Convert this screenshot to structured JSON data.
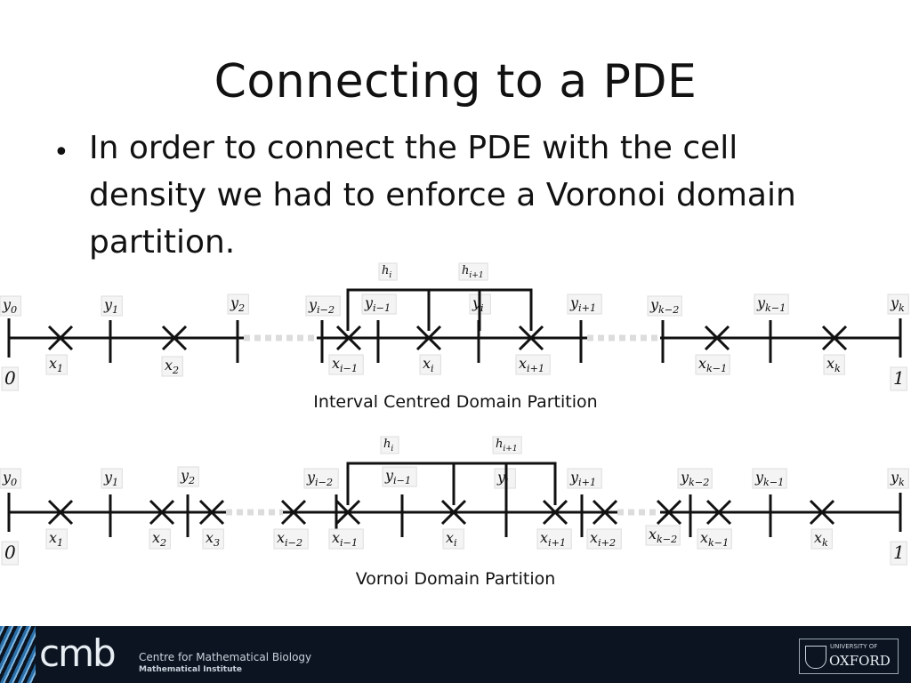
{
  "slide": {
    "title": "Connecting to a PDE",
    "bullet": "In order to connect the PDE with the cell density we had to enforce a Voronoi domain partition."
  },
  "diagram1": {
    "caption": "Interval Centred Domain Partition",
    "left_end": "0",
    "right_end": "1",
    "brackets": [
      "h_i",
      "h_{i+1}"
    ],
    "y_labels": [
      "y0",
      "y1",
      "y2",
      "yi−2",
      "yi−1",
      "yi",
      "yi+1",
      "yk−2",
      "yk−1",
      "yk"
    ],
    "x_labels": [
      "x1",
      "x2",
      "xi−1",
      "xi",
      "xi+1",
      "xk−1",
      "xk"
    ]
  },
  "diagram2": {
    "caption": "Vornoi Domain Partition",
    "left_end": "0",
    "right_end": "1",
    "brackets": [
      "h_i",
      "h_{i+1}"
    ],
    "y_labels": [
      "y0",
      "y1",
      "y2",
      "yi−2",
      "yi−1",
      "yi",
      "yi+1",
      "yk−2",
      "yk−1",
      "yk"
    ],
    "x_labels": [
      "x1",
      "x2",
      "x3",
      "xi−2",
      "xi−1",
      "xi",
      "xi+1",
      "xi+2",
      "xk−2",
      "xk−1",
      "xk"
    ]
  },
  "footer": {
    "logo": "cmb",
    "centre_name": "Centre for Mathematical Biology",
    "institute": "Mathematical Institute",
    "university_prefix": "UNIVERSITY OF",
    "university_name": "OXFORD",
    "colors": {
      "background": "#0b1420",
      "accent": "#2a6ea8"
    }
  }
}
